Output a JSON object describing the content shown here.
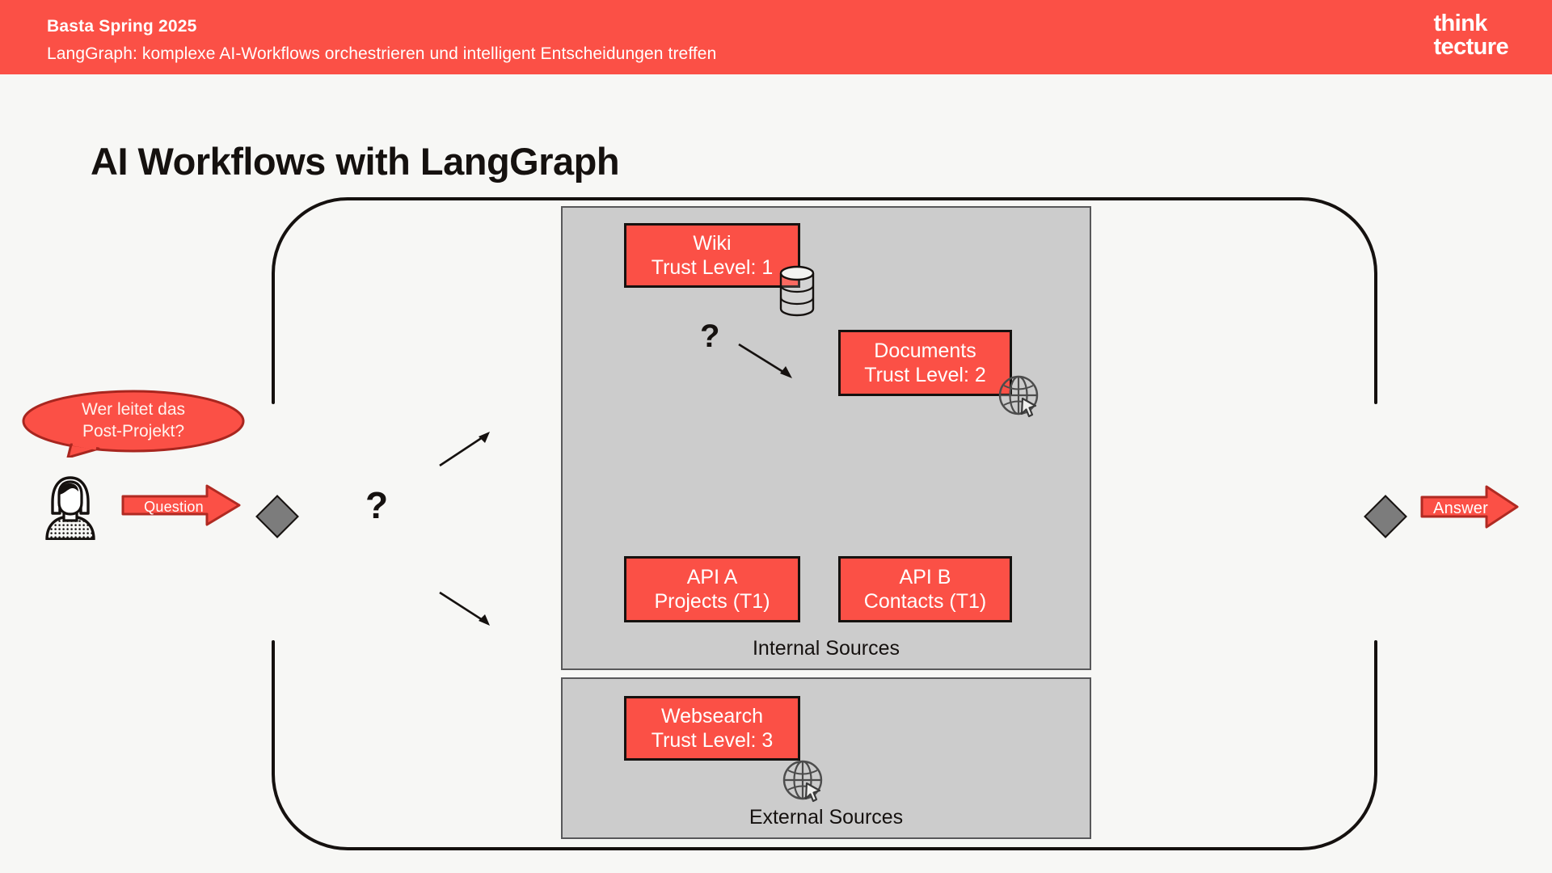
{
  "header": {
    "event": "Basta Spring 2025",
    "subtitle": "LangGraph: komplexe AI-Workflows orchestrieren und intelligent Entscheidungen treffen",
    "logo_line1": "think",
    "logo_line2": "tecture",
    "bar_color": "#FB5046",
    "text_color": "#FFFFFF"
  },
  "slide": {
    "title": "AI Workflows with LangGraph",
    "background": "#F7F7F5",
    "accent_color": "#FB5046",
    "group_fill": "#CCCCCC",
    "group_border": "#58585A",
    "diamond_fill": "#7C7C7C"
  },
  "user": {
    "avatar": "person-avatar-icon",
    "speech_bubble": {
      "line1": "Wer leitet das",
      "line2": "Post-Projekt?"
    }
  },
  "flow": {
    "question_arrow_label": "Question",
    "answer_arrow_label": "Answer",
    "router_marker": "?",
    "inner_marker": "?"
  },
  "groups": [
    {
      "id": "internal",
      "label": "Internal Sources",
      "nodes": [
        {
          "id": "wiki",
          "title": "Wiki",
          "detail": "Trust Level: 1",
          "icon": "database-icon"
        },
        {
          "id": "documents",
          "title": "Documents",
          "detail": "Trust Level: 2",
          "icon": "globe-cursor-icon"
        },
        {
          "id": "api-a",
          "title": "API A",
          "detail": "Projects (T1)",
          "icon": ""
        },
        {
          "id": "api-b",
          "title": "API B",
          "detail": "Contacts (T1)",
          "icon": ""
        }
      ]
    },
    {
      "id": "external",
      "label": "External Sources",
      "nodes": [
        {
          "id": "websearch",
          "title": "Websearch",
          "detail": "Trust Level: 3",
          "icon": "globe-cursor-icon"
        }
      ]
    }
  ]
}
